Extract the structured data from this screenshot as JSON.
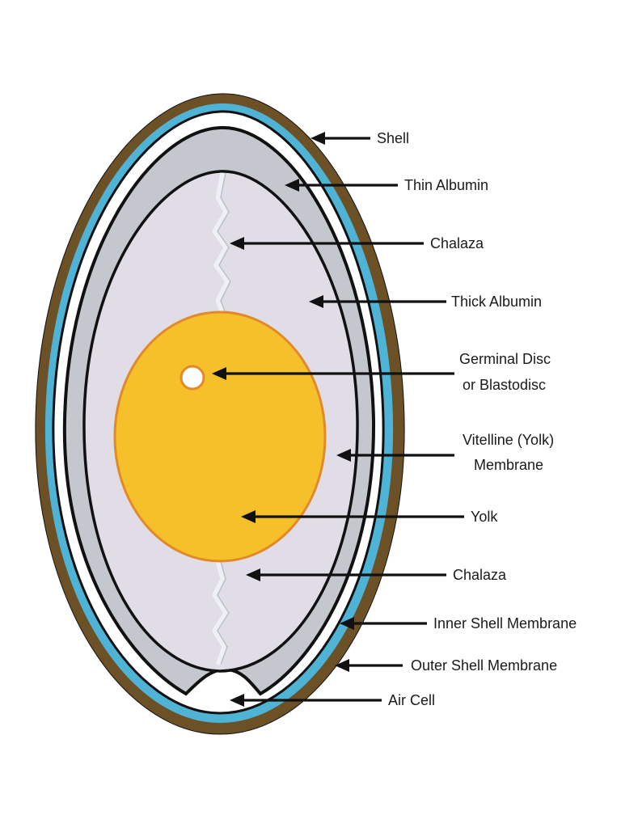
{
  "colors": {
    "shell": "#6b5125",
    "outer_membrane": "#4fb3d6",
    "thin_albumin": "#c4c8ce",
    "thick_albumin": "#e0dde6",
    "yolk": "#f6c02b",
    "yolk_outline": "#e2892a",
    "chalaza": "#eef0f3",
    "air_cell": "#ffffff",
    "outline": "#111111"
  },
  "labels": {
    "shell": "Shell",
    "thin_albumin": "Thin Albumin",
    "chalaza_top": "Chalaza",
    "thick_albumin": "Thick Albumin",
    "germinal_disc_line1": "Germinal Disc",
    "germinal_disc_line2": "or Blastodisc",
    "vitelline_line1": "Vitelline (Yolk)",
    "vitelline_line2": "Membrane",
    "yolk": "Yolk",
    "chalaza_bottom": "Chalaza",
    "inner_shell_membrane": "Inner Shell Membrane",
    "outer_shell_membrane": "Outer Shell Membrane",
    "air_cell": "Air Cell"
  }
}
